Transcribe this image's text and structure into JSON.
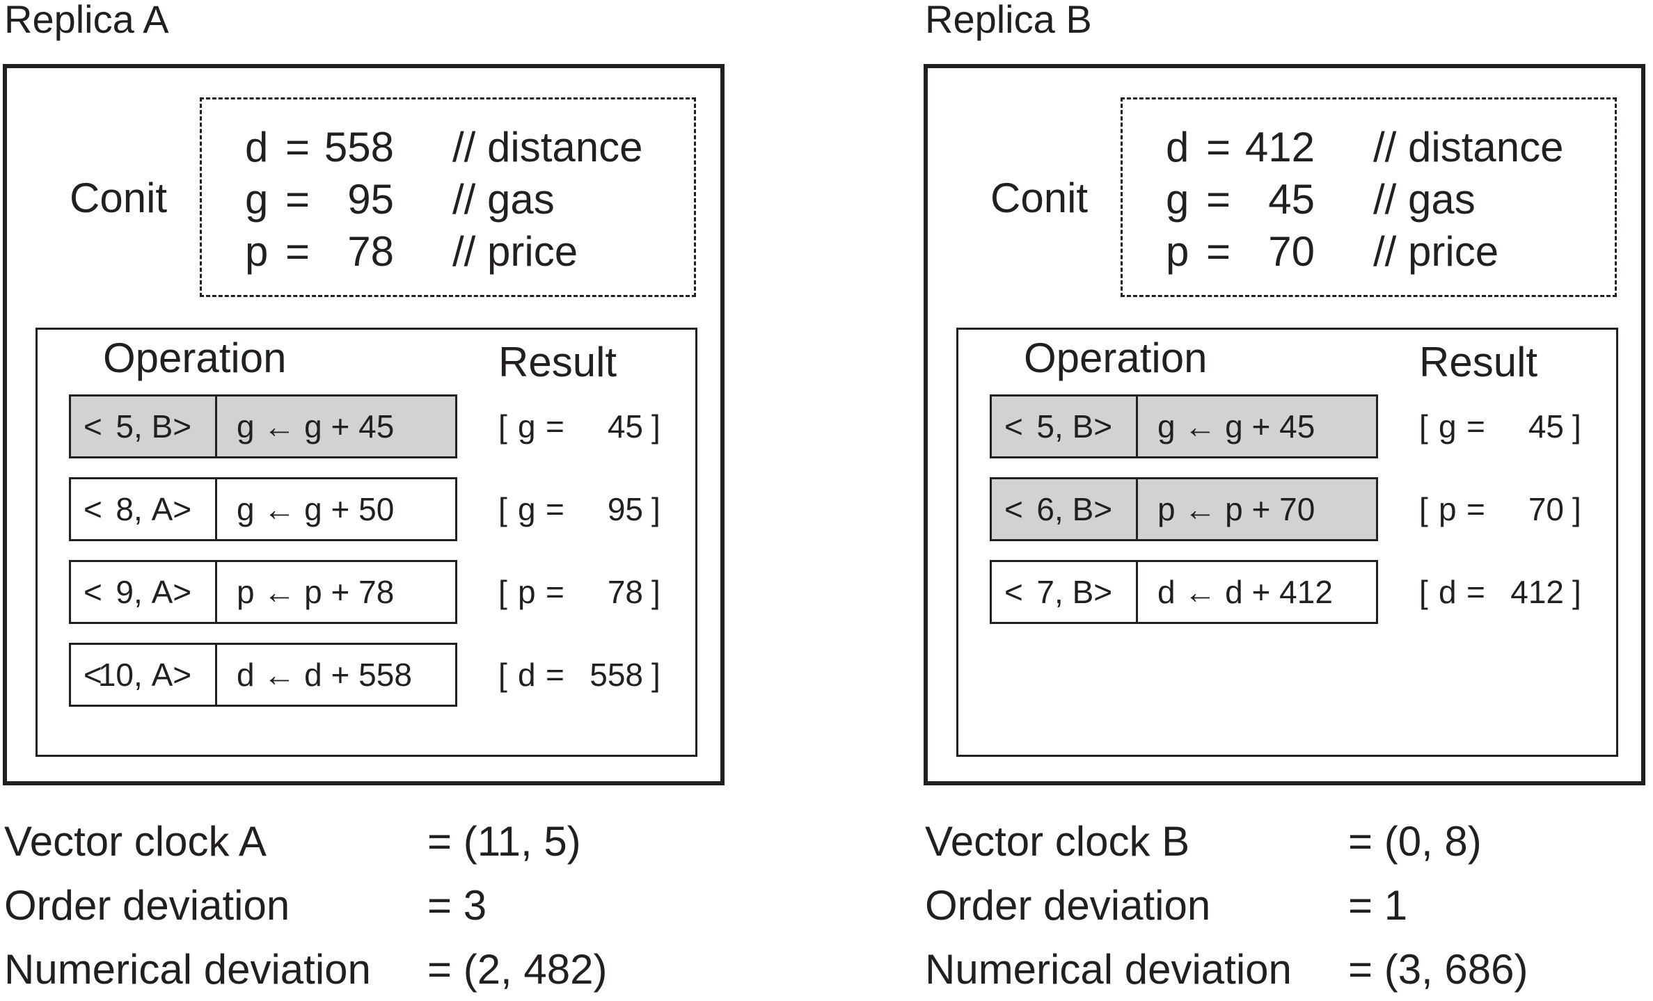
{
  "replicas": [
    {
      "title": "Replica A",
      "conit": {
        "label": "Conit",
        "vars": [
          {
            "name": "d",
            "value": "558",
            "comment": "// distance"
          },
          {
            "name": "g",
            "value": "95",
            "comment": "// gas"
          },
          {
            "name": "p",
            "value": "78",
            "comment": "// price"
          }
        ]
      },
      "operations_header": "Operation",
      "result_header": "Result",
      "operations": [
        {
          "ts_num": "5",
          "ts_site": "B",
          "expr": "g ← g + 45",
          "res_var": "g",
          "res_val": "45",
          "remote": true
        },
        {
          "ts_num": "8",
          "ts_site": "A",
          "expr": "g ← g + 50",
          "res_var": "g",
          "res_val": "95",
          "remote": false
        },
        {
          "ts_num": "9",
          "ts_site": "A",
          "expr": "p ← p + 78",
          "res_var": "p",
          "res_val": "78",
          "remote": false
        },
        {
          "ts_num": "10",
          "ts_site": "A",
          "expr": "d ← d + 558",
          "res_var": "d",
          "res_val": "558",
          "remote": false
        }
      ],
      "stats": [
        {
          "label": "Vector clock A",
          "value": "= (11, 5)"
        },
        {
          "label": "Order deviation",
          "value": "= 3"
        },
        {
          "label": "Numerical deviation",
          "value": "= (2, 482)"
        }
      ]
    },
    {
      "title": "Replica B",
      "conit": {
        "label": "Conit",
        "vars": [
          {
            "name": "d",
            "value": "412",
            "comment": "// distance"
          },
          {
            "name": "g",
            "value": "45",
            "comment": "// gas"
          },
          {
            "name": "p",
            "value": "70",
            "comment": "// price"
          }
        ]
      },
      "operations_header": "Operation",
      "result_header": "Result",
      "operations": [
        {
          "ts_num": "5",
          "ts_site": "B",
          "expr": "g ← g + 45",
          "res_var": "g",
          "res_val": "45",
          "remote": true
        },
        {
          "ts_num": "6",
          "ts_site": "B",
          "expr": "p ← p + 70",
          "res_var": "p",
          "res_val": "70",
          "remote": true
        },
        {
          "ts_num": "7",
          "ts_site": "B",
          "expr": "d ← d + 412",
          "res_var": "d",
          "res_val": "412",
          "remote": false
        }
      ],
      "stats": [
        {
          "label": "Vector clock B",
          "value": "= (0, 8)"
        },
        {
          "label": "Order deviation",
          "value": "= 1"
        },
        {
          "label": "Numerical deviation",
          "value": "= (3, 686)"
        }
      ]
    }
  ],
  "colors": {
    "ink": "#231f20",
    "remote_fill": "#d1d2d4",
    "background": "#ffffff"
  }
}
